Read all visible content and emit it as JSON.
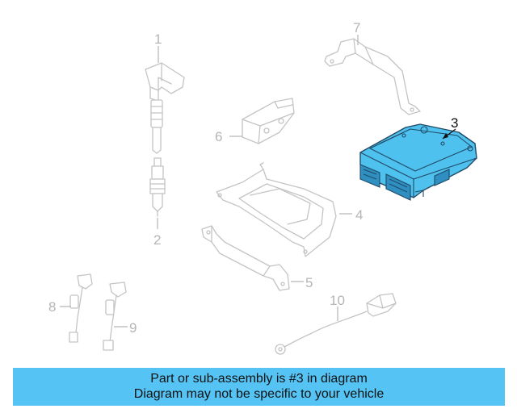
{
  "callouts": {
    "c1": "1",
    "c2": "2",
    "c3": "3",
    "c4": "4",
    "c5": "5",
    "c6": "6",
    "c7": "7",
    "c8": "8",
    "c9": "9",
    "c10": "10"
  },
  "highlighted_part": "3",
  "banner": {
    "line1": "Part or sub-assembly is #3 in diagram",
    "line2": "Diagram may not be specific to your vehicle"
  },
  "colors": {
    "highlight_fill": "#4fc1ee",
    "highlight_outline": "#1f4a66",
    "banner_background": "#55c4f5",
    "inactive_line": "#c4c4c4"
  }
}
